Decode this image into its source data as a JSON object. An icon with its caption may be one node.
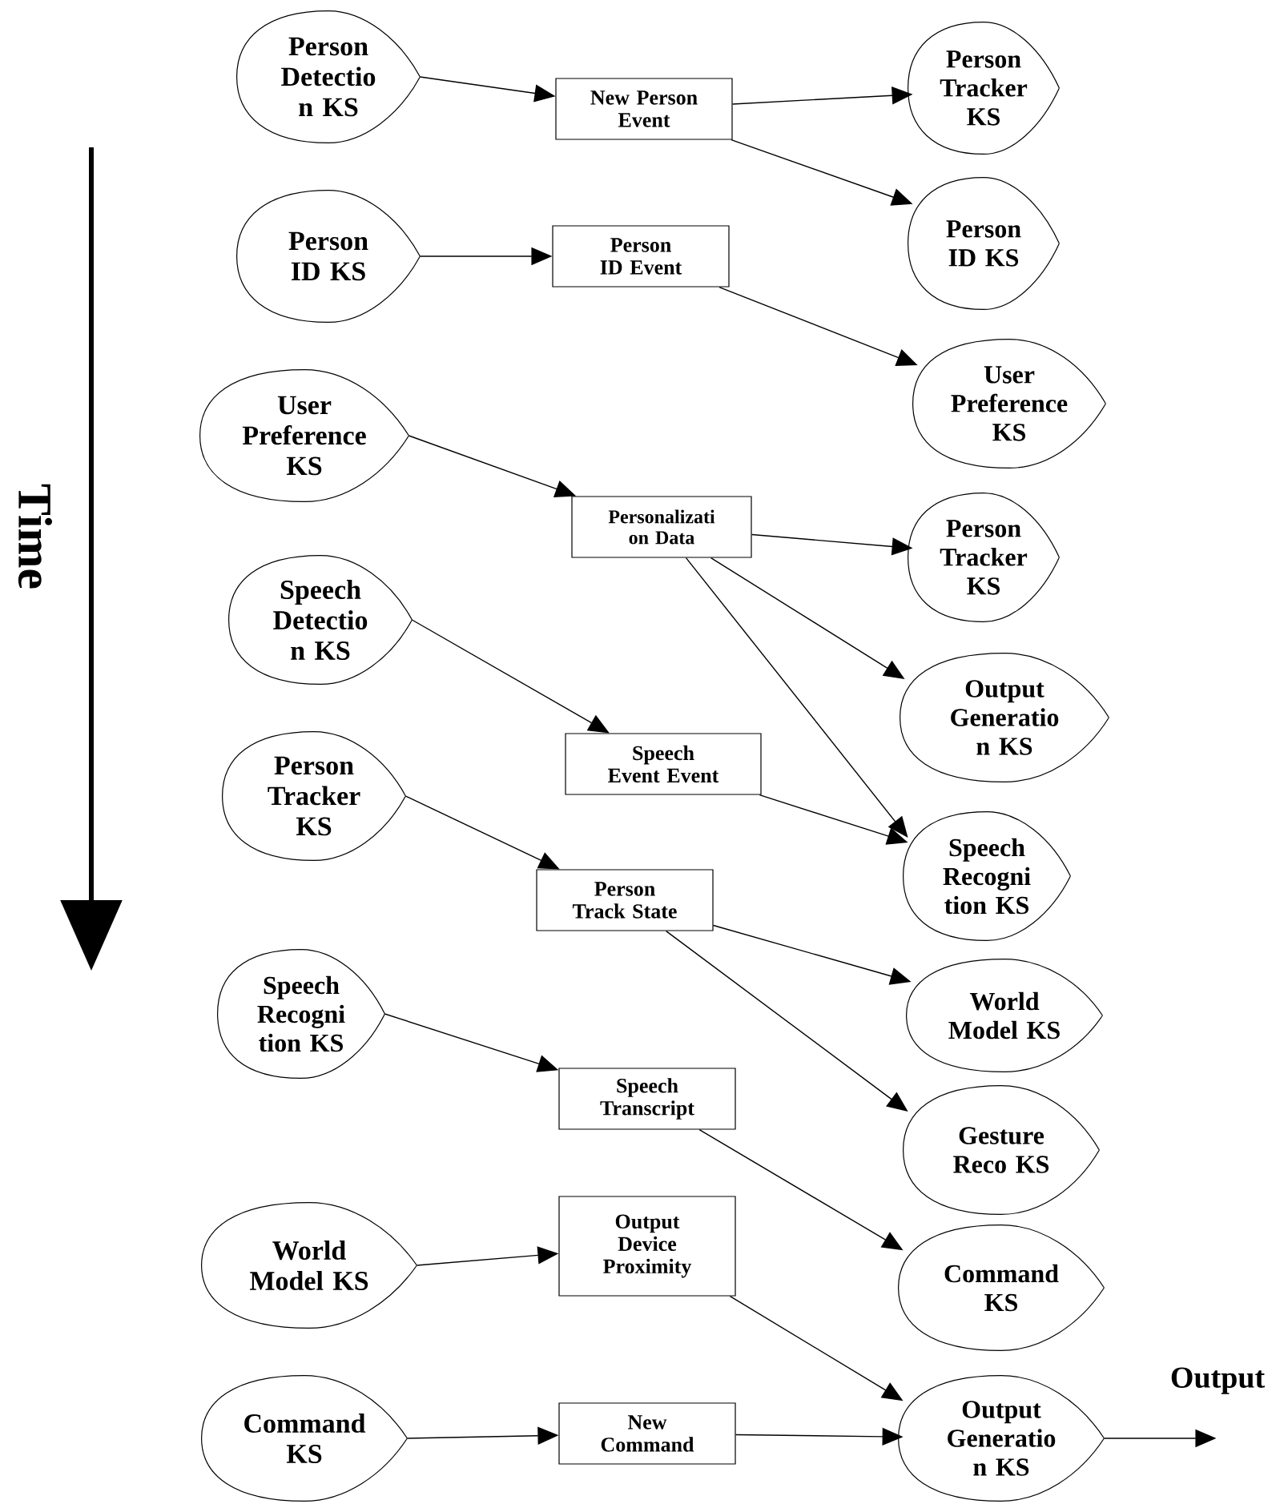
{
  "diagram": {
    "nodes": [
      {
        "text": [
          "Person Detectio n KS"
        ]
      },
      {
        "text": [
          "New Person Event"
        ]
      },
      {
        "text": [
          "Person Tracker KS"
        ]
      },
      {
        "text": [
          "Person ID KS"
        ]
      },
      {
        "text": [
          "Person ID KS"
        ]
      },
      {
        "text": [
          "Person ID Event"
        ]
      },
      {
        "text": [
          "User Preference KS"
        ]
      },
      {
        "text": [
          "User Preference KS"
        ]
      },
      {
        "text": [
          "Personalizati on Data"
        ]
      },
      {
        "text": [
          "Person Tracker KS"
        ]
      },
      {
        "text": [
          "Speech Detectio n KS"
        ]
      },
      {
        "text": [
          "Output Generatio n KS"
        ]
      },
      {
        "text": [
          "Speech Event Event"
        ]
      },
      {
        "text": [
          "Person Tracker KS"
        ]
      },
      {
        "text": [
          "Speech Recogni tion KS"
        ]
      },
      {
        "text": [
          "Person Track State"
        ]
      },
      {
        "text": [
          "Speech Recogni tion KS"
        ]
      },
      {
        "text": [
          "World Model KS"
        ]
      },
      {
        "text": [
          "Speech Transcript"
        ]
      },
      {
        "text": [
          "Gesture Reco KS"
        ]
      },
      {
        "text": [
          "World Model KS"
        ]
      },
      {
        "text": [
          "Output Device Proximity"
        ]
      },
      {
        "text": [
          "Command KS"
        ]
      },
      {
        "text": [
          "Command KS"
        ]
      },
      {
        "text": [
          "New Command"
        ]
      },
      {
        "text": [
          "Output Generatio n KS"
        ]
      }
    ],
    "edges": [
      {
        "from": 0,
        "to": 1,
        "arrow": "to"
      },
      {
        "from": 1,
        "to": 2,
        "arrow": "to"
      },
      {
        "from": 1,
        "to": 3,
        "arrow": "to"
      },
      {
        "from": 4,
        "to": 5,
        "arrow": "to"
      },
      {
        "from": 5,
        "to": 6,
        "arrow": "to"
      },
      {
        "from": 7,
        "to": 8,
        "arrow": "to"
      },
      {
        "from": 8,
        "to": 9,
        "arrow": "to"
      },
      {
        "from": 8,
        "to": 11,
        "arrow": "to"
      },
      {
        "from": 8,
        "to": 14,
        "arrow": "to"
      },
      {
        "from": 10,
        "to": 12,
        "arrow": "to"
      },
      {
        "from": 12,
        "to": 14,
        "arrow": "to"
      },
      {
        "from": 13,
        "to": 15,
        "arrow": "to"
      },
      {
        "from": 15,
        "to": 17,
        "arrow": "to"
      },
      {
        "from": 15,
        "to": 19,
        "arrow": "to"
      },
      {
        "from": 16,
        "to": 18,
        "arrow": "to"
      },
      {
        "from": 18,
        "to": 22,
        "arrow": "to"
      },
      {
        "from": 20,
        "to": 21,
        "arrow": "to"
      },
      {
        "from": 21,
        "to": 25,
        "arrow": "to"
      },
      {
        "from": 23,
        "to": 24,
        "arrow": "to"
      },
      {
        "from": 24,
        "to": 25,
        "arrow": "to"
      },
      {
        "from": 25,
        "to": null,
        "arrow": "to"
      }
    ],
    "labels": [
      "Time",
      "Output"
    ]
  }
}
